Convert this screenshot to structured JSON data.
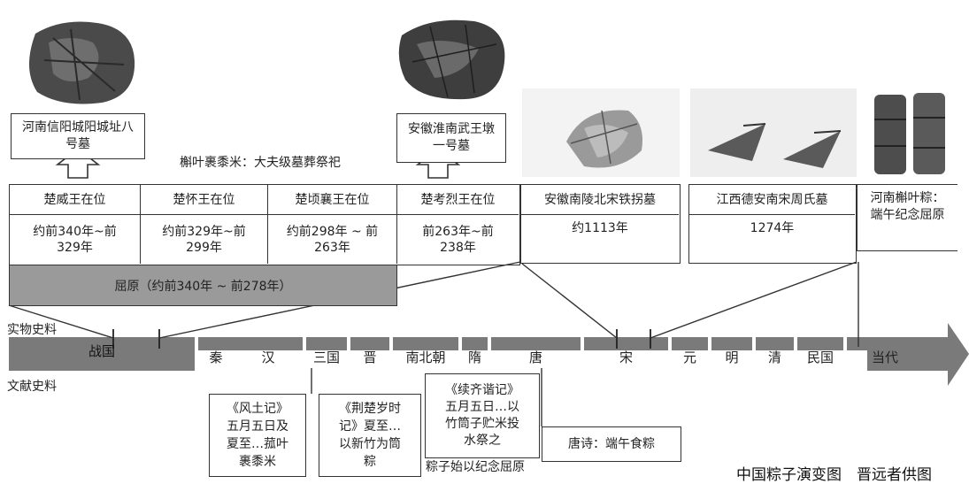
{
  "artifacts": {
    "henan_xinyang": {
      "title": "河南信阳城阳城址八号墓"
    },
    "anhui_huainan": {
      "title": "安徽淮南武王墩一号墓"
    },
    "anhui_nanling": {
      "title": "安徽南陵北宋铁拐墓",
      "date": "约1113年"
    },
    "jiangxi_dean": {
      "title": "江西德安南宋周氏墓",
      "date": "1274年"
    },
    "henan_modern": {
      "title": "河南槲叶粽：端午纪念屈原"
    }
  },
  "annotation_center": "槲叶裹黍米：大夫级墓葬祭祀",
  "kings": [
    {
      "name": "楚威王在位",
      "dates": "约前340年~前329年"
    },
    {
      "name": "楚怀王在位",
      "dates": "约前329年~前299年"
    },
    {
      "name": "楚顷襄王在位",
      "dates": "约前298年 ~ 前263年"
    },
    {
      "name": "楚考烈王在位",
      "dates": "前263年~前238年"
    }
  ],
  "quyuan_bar": "屈原（约前340年 ~ 前278年）",
  "side_labels": {
    "physical": "实物史料",
    "documentary": "文献史料"
  },
  "eras": [
    "战国",
    "秦",
    "汉",
    "三国",
    "晋",
    "南北朝",
    "隋",
    "唐",
    "宋",
    "元",
    "明",
    "清",
    "民国",
    "当代"
  ],
  "documents": [
    {
      "text": "《风土记》五月五日及夏至…菰叶裹黍米"
    },
    {
      "text": "《荆楚岁时记》夏至…以新竹为筒粽"
    },
    {
      "text": "《续齐谐记》五月五日…以竹筒子贮米投水祭之"
    },
    {
      "text": "唐诗：端午食粽"
    }
  ],
  "doc_caption": "粽子始以纪念屈原",
  "footer_caption": "中国粽子演变图　晋远者供图",
  "colors": {
    "timeline": "#7a7a7a",
    "quyuan": "#9a9a9a",
    "line": "#333333"
  }
}
